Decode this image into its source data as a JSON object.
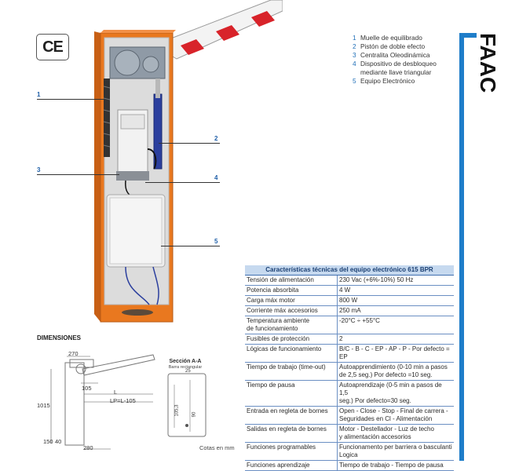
{
  "ce_mark": "CE",
  "callouts": [
    "1",
    "2",
    "3",
    "4",
    "5"
  ],
  "legend": [
    {
      "n": "1",
      "text": "Muelle de equilibrado"
    },
    {
      "n": "2",
      "text": "Pistón de doble efecto"
    },
    {
      "n": "3",
      "text": "Centralita Oleodinámica"
    },
    {
      "n": "4",
      "text": "Dispositivo de desbloqueo"
    },
    {
      "n": "",
      "text": "mediante llave triangular"
    },
    {
      "n": "5",
      "text": "Equipo Electrónico"
    }
  ],
  "brand": "FAAC",
  "colors": {
    "accent": "#1e7dc9",
    "cabinet": "#e9781f",
    "table_header": "#c6d9ef"
  },
  "table": {
    "title": "Características técnicas del equipo electrónico 615 BPR",
    "rows": [
      [
        "Tensión de alimentación",
        "230 Vac (+6%-10%) 50 Hz"
      ],
      [
        "Potencia absorbita",
        "4 W"
      ],
      [
        "Carga máx motor",
        "800 W"
      ],
      [
        "Corriente máx accesorios",
        "250 mA"
      ],
      [
        "Temperatura ambiente\nde funcionamiento",
        "-20°C ÷ +55°C"
      ],
      [
        "Fusibles de protección",
        "2"
      ],
      [
        "Lógicas de funcionamiento",
        "B/C - B - C - EP - AP - P - Por defecto = EP"
      ],
      [
        "Tiempo de trabajo (time-out)",
        "Autoapprendimiento (0-10 min a pasos\nde 2,5 seg.) Por defecto =10 seg."
      ],
      [
        "Tiempo de pausa",
        "Autoaprendizaje (0-5 min a pasos de 1,5\nseg.) Por defecto=30 seg."
      ],
      [
        "Entrada en regleta de bornes",
        "Open - Close - Stop - Final de carrera -\nSeguridades en Cl - Alimentación"
      ],
      [
        "Salidas en regleta de bornes",
        "Motor - Destellador - Luz de techo\ny alimentación accesorios"
      ],
      [
        "Funciones programables",
        "Funcionamento per barriera o basculanti\nLogica"
      ],
      [
        "Funciones aprendizaje",
        "Tiempo de trabajo - Tiempo de pausa"
      ]
    ]
  },
  "dimensions": {
    "title": "DIMENSIONES",
    "labels": {
      "d270": "270",
      "d105": "105",
      "L": "L",
      "LP": "LP=L-105",
      "d1015": "1015",
      "d150": "150",
      "d40": "40",
      "d280": "280"
    },
    "section_title": "Sección A-A",
    "section_sub": "Barra rectangular",
    "section_labels": {
      "d25": "25",
      "d105_3": "105,3",
      "d90": "90"
    },
    "units_note": "Cotas en mm"
  }
}
